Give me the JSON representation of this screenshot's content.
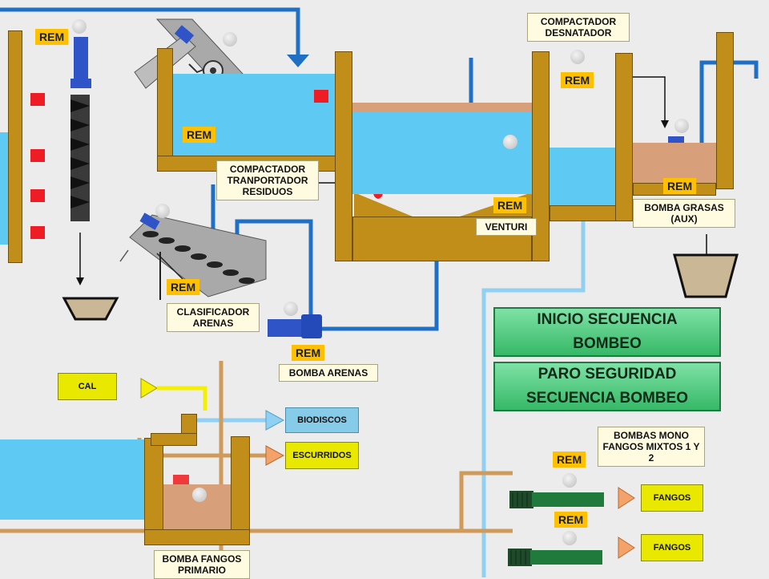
{
  "rem_label": "REM",
  "labels": {
    "compactador_desnatador": "COMPACTADOR DESNATADOR",
    "compactador_transportador": "COMPACTADOR TRANPORTADOR RESIDUOS",
    "venturi": "VENTURI",
    "bomba_grasas": "BOMBA GRASAS (AUX)",
    "clasificador_arenas": "CLASIFICADOR ARENAS",
    "bomba_arenas": "BOMBA ARENAS",
    "bombas_mono": "BOMBAS MONO FANGOS MIXTOS 1 Y 2",
    "bomba_fangos_primario": "BOMBA FANGOS PRIMARIO"
  },
  "tags": {
    "cal": "CAL",
    "biodiscos": "BIODISCOS",
    "escurridos": "ESCURRIDOS",
    "fangos_1": "FANGOS",
    "fangos_2": "FANGOS"
  },
  "buttons": {
    "inicio_line1": "INICIO SECUENCIA",
    "inicio_line2": "BOMBEO",
    "paro_line1": "PARO SEGURIDAD",
    "paro_line2": "SECUENCIA BOMBEO"
  },
  "colors": {
    "water": "#5ec9f2",
    "wall": "#c08e19",
    "pipe_blue": "#1f6fc4",
    "pipe_lightblue": "#8fd0f3",
    "pipe_brown": "#d09a5a",
    "pipe_yellow": "#f5ef00",
    "rem": "#ffc000",
    "alarm_red": "#ee1c24",
    "button_green": "#36b867"
  }
}
